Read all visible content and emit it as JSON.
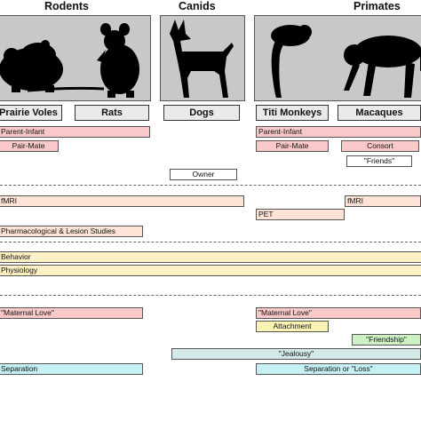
{
  "groups": {
    "rodents": "Rodents",
    "canids": "Canids",
    "primates": "Primates"
  },
  "species": {
    "prairie_voles": "Prairie Voles",
    "rats": "Rats",
    "dogs": "Dogs",
    "titi_monkeys": "Titi Monkeys",
    "macaques": "Macaques"
  },
  "bars": {
    "parent_infant_rodent": "Parent-Infant",
    "pair_mate_rodent": "Pair-Mate",
    "parent_infant_primate": "Parent-Infant",
    "pair_mate_primate": "Pair-Mate",
    "consort": "Consort",
    "friends_quote": "\"Friends\"",
    "owner": "Owner",
    "fmri_rodent": "fMRI",
    "fmri_macaque": "fMRI",
    "pet": "PET",
    "pharmacological": "Pharmacological & Lesion Studies",
    "behavior": "Behavior",
    "physiology": "Physiology",
    "maternal_love_rodent": "\"Maternal Love\"",
    "maternal_love_primate": "\"Maternal Love\"",
    "attachment": "Attachment",
    "friendship": "\"Friendship\"",
    "jealousy": "\"Jealousy\"",
    "separation_rodent": "Separation",
    "separation_primate": "Separation or \"Loss\""
  },
  "colors": {
    "pink": "#f9c9c9",
    "peach": "#fde3d6",
    "cream": "#fdf0c4",
    "yellow": "#fbf3b3",
    "green": "#ccf2c4",
    "teal": "#d2e9e8",
    "cyan": "#c6f0f3",
    "white": "#ffffff",
    "panel_gray": "#c8c8c8"
  }
}
